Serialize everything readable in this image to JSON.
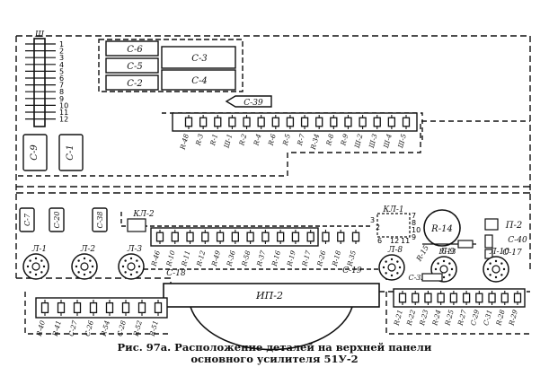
{
  "caption": {
    "line1": "Рис. 97а. Расположение деталей на верхней панели",
    "line2": "основного усилителя 51У-2"
  },
  "connector": {
    "label": "Ш",
    "pins": [
      "1",
      "2",
      "3",
      "4",
      "5",
      "6",
      "7",
      "8",
      "9",
      "10",
      "11",
      "12"
    ]
  },
  "capacitor_block": [
    "С-6",
    "С-5",
    "С-2",
    "С-3",
    "С-4"
  ],
  "c39": "С-39",
  "top_resistor_row": [
    "R-48",
    "R-3",
    "R-1",
    "Ш-1",
    "R-2",
    "R-4",
    "R-6",
    "R-5",
    "R-7",
    "R-34",
    "R-8",
    "R-9",
    "Ш-2",
    "Ш-3",
    "Ш-4",
    "Ш-5"
  ],
  "caps_c9_c1": [
    "С-9",
    "С-1"
  ],
  "left_caps": [
    "С-7",
    "С-20",
    "С-38"
  ],
  "kl2": "КЛ-2",
  "kl1": {
    "label": "КЛ-1",
    "left_pins": [
      "3",
      "2",
      "6"
    ],
    "right_pins": [
      "12",
      "7",
      "8",
      "10",
      "9",
      "11"
    ]
  },
  "r14": "R-14",
  "p2": "П-2",
  "c40": "С-40",
  "c17": "С-17",
  "r13": "R-13",
  "r15": "R-15",
  "middle_resistor_row": [
    "R-46",
    "R-10",
    "R-11",
    "R-12",
    "R-49",
    "R-36",
    "R-58",
    "R-37",
    "R-16",
    "R-19",
    "R-17",
    "R-26",
    "R-18",
    "R-35"
  ],
  "tubes": [
    "Л-1",
    "Л-2",
    "Л-3",
    "Л-8",
    "Л-9",
    "Л-10"
  ],
  "c18": "С-18",
  "c19": "С-19",
  "c32": "С-32",
  "ip2": "ИП-2",
  "bottom_left_row": [
    "R-40",
    "R-41",
    "С-27",
    "С-26",
    "R-54",
    "С-28",
    "R-52",
    "R-51"
  ],
  "bottom_right_row": [
    "R-21",
    "R-22",
    "R-23",
    "R-24",
    "R-25",
    "R-27",
    "С-29",
    "С-31",
    "R-28",
    "R-29"
  ]
}
